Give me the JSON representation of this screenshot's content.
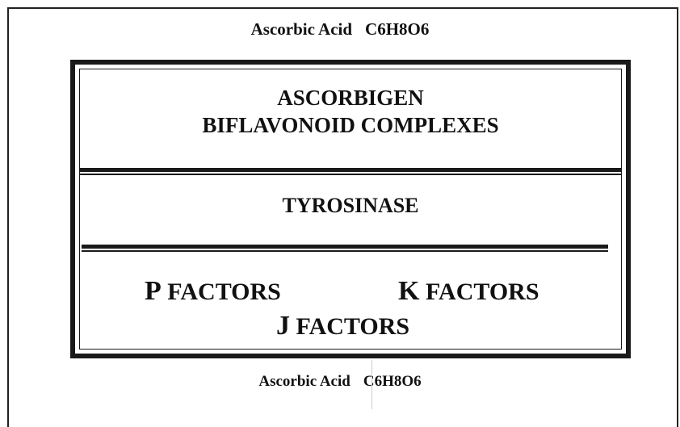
{
  "top_caption": {
    "name": "Ascorbic Acid",
    "formula": "C6H8O6"
  },
  "sections": {
    "complexes": {
      "line1": "ASCORBIGEN",
      "line2": "BIFLAVONOID COMPLEXES"
    },
    "enzyme": {
      "label": "TYROSINASE"
    },
    "factors": {
      "p": {
        "letter": "P",
        "word": "FACTORS"
      },
      "k": {
        "letter": "K",
        "word": "FACTORS"
      },
      "j": {
        "letter": "J",
        "word": "FACTORS"
      }
    }
  },
  "bottom_caption": {
    "name": "Ascorbic Acid",
    "formula": "C6H8O6"
  }
}
